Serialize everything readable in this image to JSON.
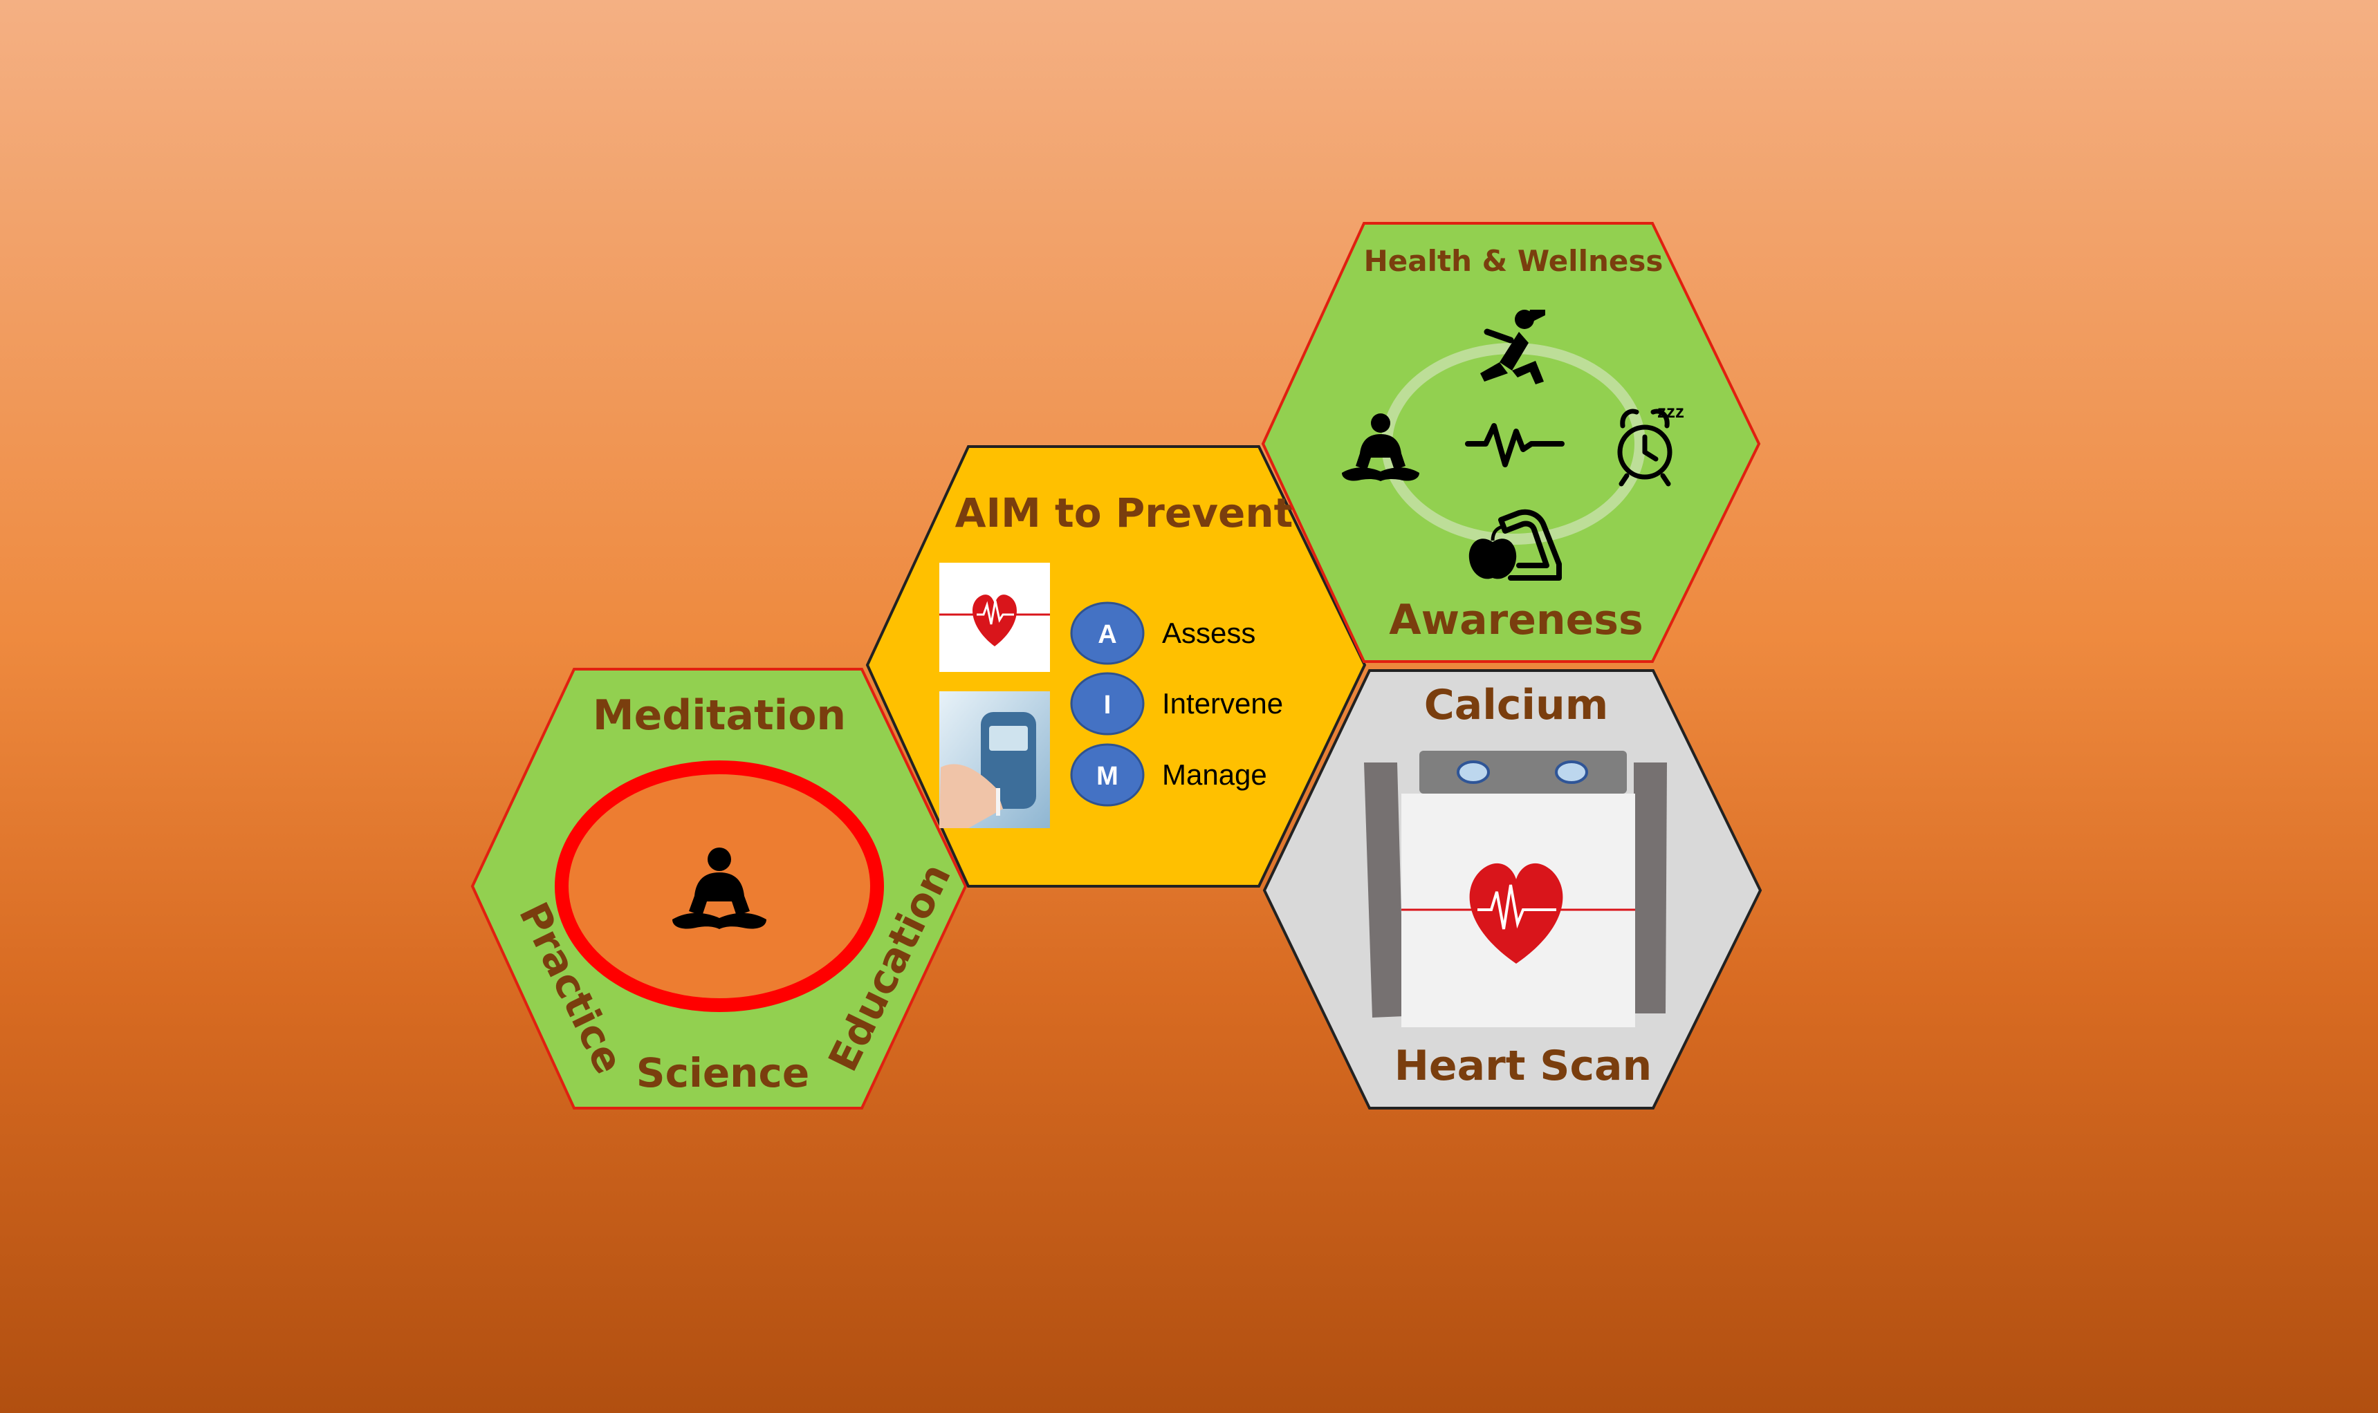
{
  "colors": {
    "hex_green": "#92d050",
    "hex_yellow": "#ffc000",
    "hex_gray": "#d9d9d9",
    "hex_border_red": "#e02010",
    "hex_border_dark": "#222222",
    "title_brown": "#7a3e0e",
    "circle_red": "#ff0000",
    "circle_fill": "#ed7d31",
    "badge_blue": "#4472c4",
    "heart_red": "#d9151b"
  },
  "meditation": {
    "title": "Meditation",
    "label_left": "Practice",
    "label_bottom": "Science",
    "label_right": "Education",
    "icon": "meditation-icon"
  },
  "aim": {
    "title": "AIM to Prevent",
    "items": [
      {
        "letter": "A",
        "label": "Assess"
      },
      {
        "letter": "I",
        "label": "Intervene"
      },
      {
        "letter": "M",
        "label": "Manage"
      }
    ],
    "images": [
      "heart-ecg-icon",
      "glucose-meter-photo"
    ]
  },
  "wellness": {
    "title": "Health & Wellness",
    "subtitle": "Awareness",
    "icons": [
      "yoga-pose-icon",
      "meditation-icon",
      "heartbeat-icon",
      "alarm-clock-icon",
      "nutrition-exercise-icon"
    ]
  },
  "calcium": {
    "title": "Calcium",
    "subtitle": "Heart Scan",
    "icon": "ct-scanner-icon"
  }
}
